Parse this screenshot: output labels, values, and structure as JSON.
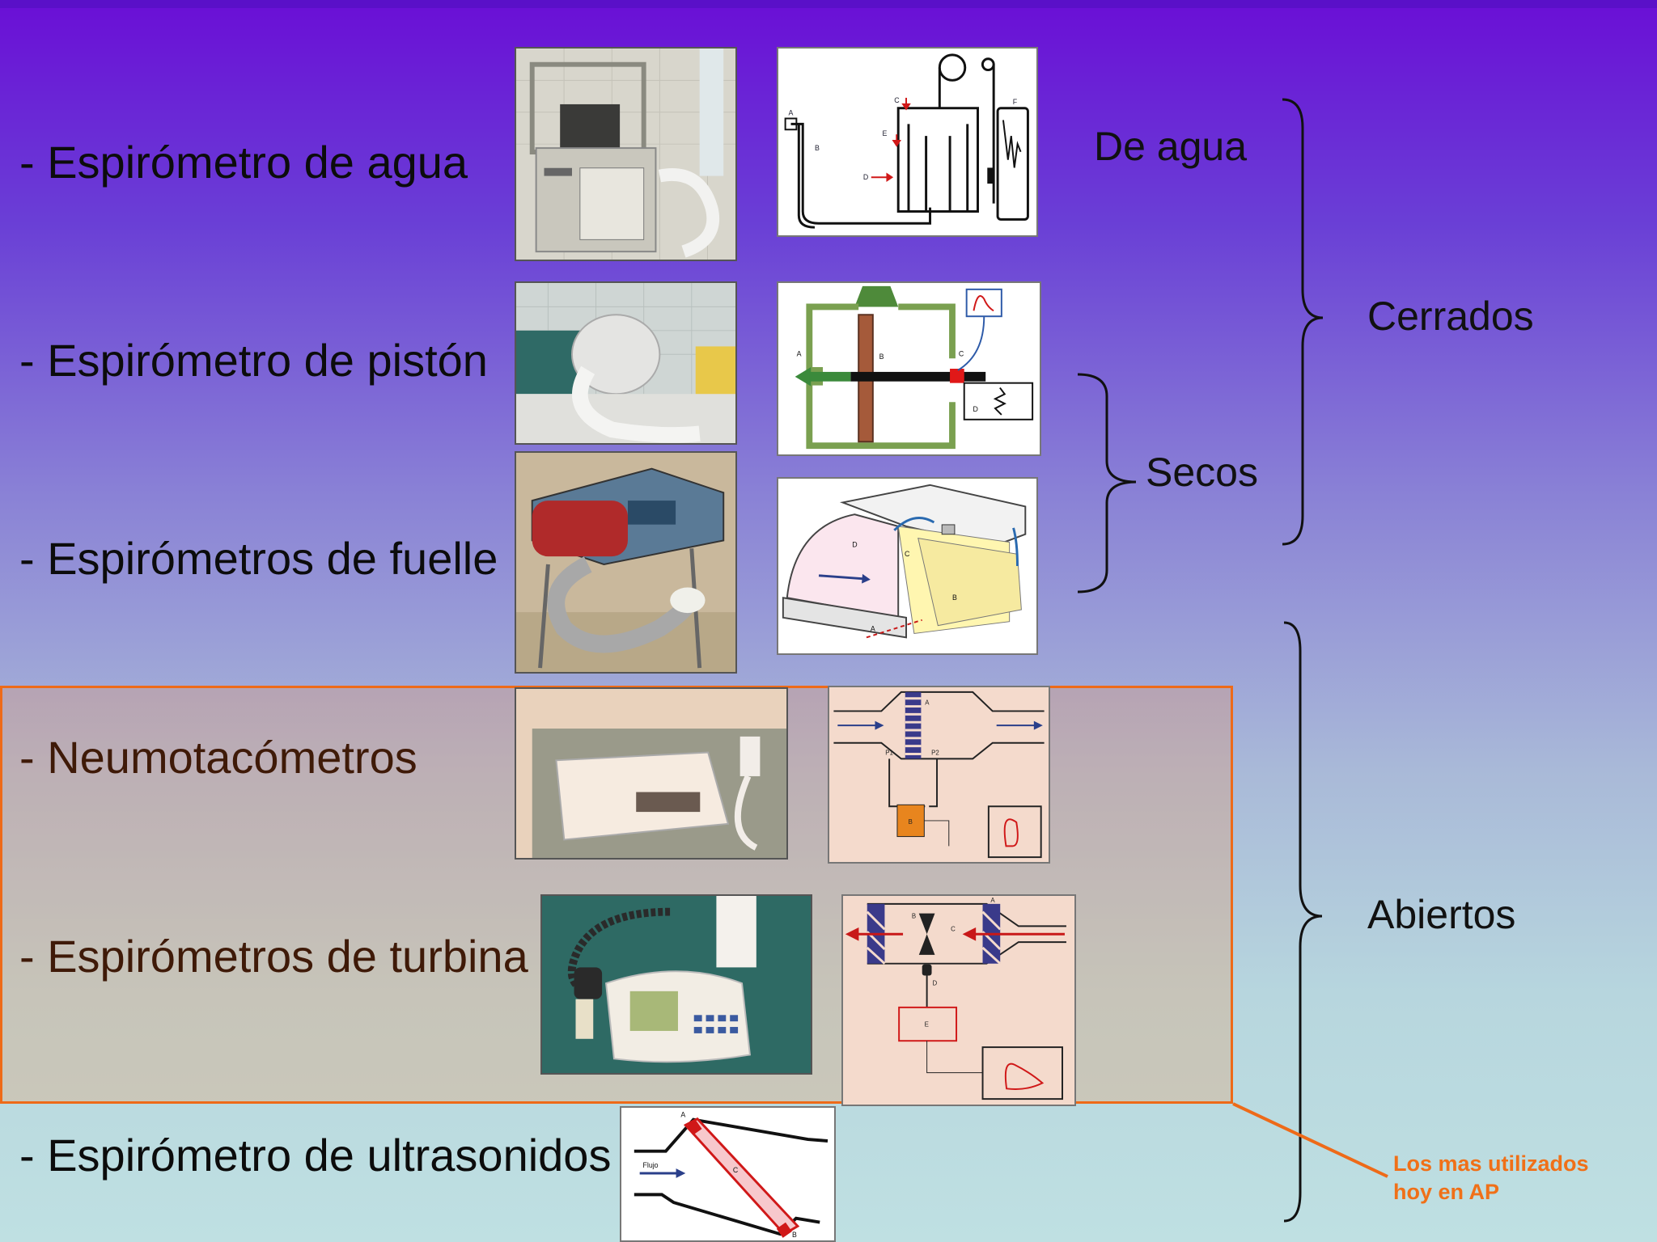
{
  "devices": [
    {
      "label": "- Espirómetro de agua"
    },
    {
      "label": "- Espirómetro de pistón"
    },
    {
      "label": "- Espirómetros de fuelle"
    },
    {
      "label": "- Neumotacómetros"
    },
    {
      "label": "- Espirómetros de turbina"
    },
    {
      "label": "- Espirómetro de ultrasonidos"
    }
  ],
  "categories": {
    "water": "De agua",
    "dry": "Secos",
    "closed": "Cerrados",
    "open": "Abiertos"
  },
  "diagram_labels": {
    "water": [
      "A",
      "B",
      "C",
      "D",
      "E",
      "F"
    ],
    "piston": [
      "A",
      "B",
      "C",
      "D"
    ],
    "bellows": [
      "A",
      "B",
      "C",
      "D"
    ],
    "pneumo": [
      "A",
      "B",
      "P1",
      "P2"
    ],
    "turbine": [
      "A",
      "B",
      "C",
      "D",
      "E"
    ],
    "ultrasound": [
      "A",
      "B",
      "C",
      "Flujo"
    ]
  },
  "note": {
    "line1": "Los mas utilizados",
    "line2": "hoy en AP",
    "color": "#f07018"
  },
  "colors": {
    "highlight_border": "#ee6a18",
    "background_top": "#6a0fd6",
    "background_bottom": "#bfe0e2"
  }
}
